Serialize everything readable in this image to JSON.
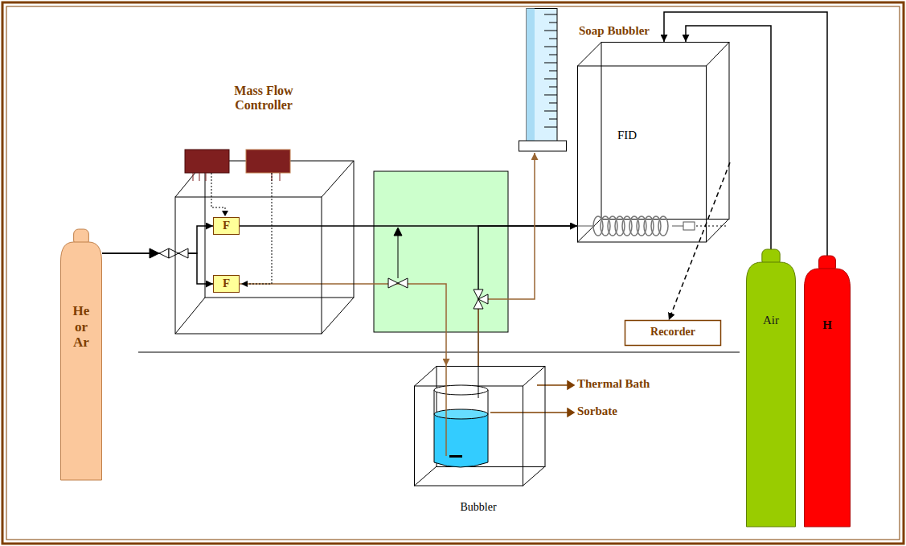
{
  "diagram": {
    "nodes": [
      {
        "text": [
          "Mass Flow Controller"
        ]
      },
      {
        "text": [
          "F"
        ],
        "in": 0
      },
      {
        "text": [
          "F"
        ],
        "in": 0
      },
      {
        "text": [
          "He or Ar"
        ]
      },
      {
        "text": [
          "Soap Bubbler"
        ]
      },
      {
        "text": [
          "FID"
        ]
      },
      {
        "text": [
          "Recorder"
        ]
      },
      {
        "text": [
          "Bubbler"
        ]
      },
      {
        "text": [
          "Air"
        ]
      },
      {
        "text": [
          "H"
        ]
      }
    ],
    "edges": [
      {
        "from": 3,
        "to": 1,
        "arrow": "to"
      },
      {
        "from": 3,
        "to": 2,
        "arrow": "to"
      },
      {
        "from": 1,
        "to": 5,
        "arrow": "to"
      },
      {
        "from": 2,
        "to": 7,
        "arrow": "to"
      },
      {
        "from": 7,
        "to": 5,
        "arrow": "to"
      },
      {
        "from": 7,
        "to": 4,
        "arrow": "to"
      },
      {
        "from": 5,
        "to": 6,
        "arrow": "to"
      },
      {
        "from": 8,
        "to": 5,
        "arrow": "to"
      },
      {
        "from": 9,
        "to": 5,
        "arrow": "to"
      }
    ],
    "labels": [
      "Thermal Bath",
      "Sorbate"
    ]
  }
}
